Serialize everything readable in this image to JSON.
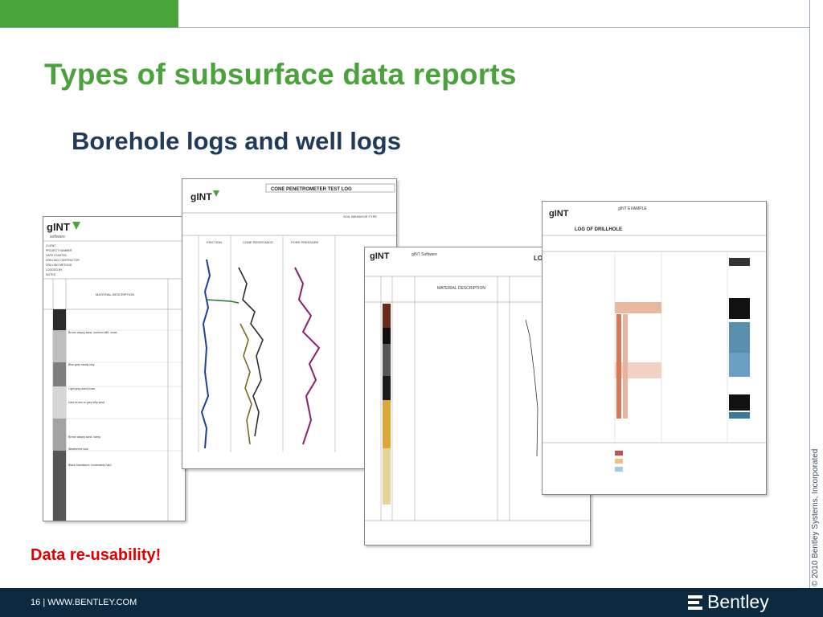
{
  "slide": {
    "title": "Types of subsurface data reports",
    "subtitle": "Borehole logs and well logs",
    "callout": "Data re-usability!",
    "copyright": "© 2010 Bentley Systems, Incorporated",
    "page_number": "16",
    "site": "WWW.BENTLEY.COM",
    "brand": "Bentley",
    "colors": {
      "accent": "#4aa23a",
      "footer": "#0b2a3f",
      "callout": "#e00000",
      "subtitle": "#1f3a5a"
    }
  },
  "reports": {
    "borehole": {
      "logo": "gINT",
      "logo_sub": "software",
      "header_labels": [
        "CLIENT",
        "PROJECT NUMBER",
        "DATE STARTED",
        "DRILLING CONTRACTOR",
        "DRILLING METHOD",
        "LOGGED BY",
        "NOTES"
      ],
      "column_label": "MATERIAL DESCRIPTION",
      "descriptions": [
        "Brown clayey sand, medium stiff, moist",
        "Blue-grey sandy clay",
        "Light grey sand loose",
        "Dark brown to grey silty sand",
        "Brown clayey sand, damp",
        "Weathered rock",
        "Black Sandstone, moderately hard"
      ]
    },
    "cpt": {
      "title": "CONE PENETROMETER TEST LOG",
      "tracks": [
        "FRICTION",
        "CONE RESISTANCE",
        "PORE PRESSURE"
      ],
      "right_header": "SOIL BEHAVIOR TYPE"
    },
    "boring": {
      "title": "LOG OF BO",
      "company": "gINT Software",
      "column_label": "MATERIAL DESCRIPTION"
    },
    "drillhole": {
      "title": "LOG OF DRILLHOLE",
      "project": "gINT EXAMPLE"
    }
  }
}
